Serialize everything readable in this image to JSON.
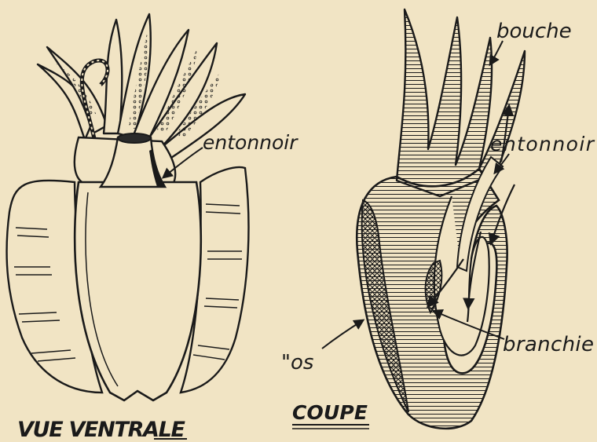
{
  "left_view": {
    "title": "VUE VENTRALE",
    "labels": {
      "funnel": "entonnoir"
    }
  },
  "right_view": {
    "title": "COUPE",
    "labels": {
      "mouth": "bouche",
      "funnel": "entonnoir",
      "gill": "branchie",
      "bone": "\"os"
    }
  },
  "colors": {
    "paper": "#f1e4c4",
    "ink": "#1a1a1a"
  }
}
